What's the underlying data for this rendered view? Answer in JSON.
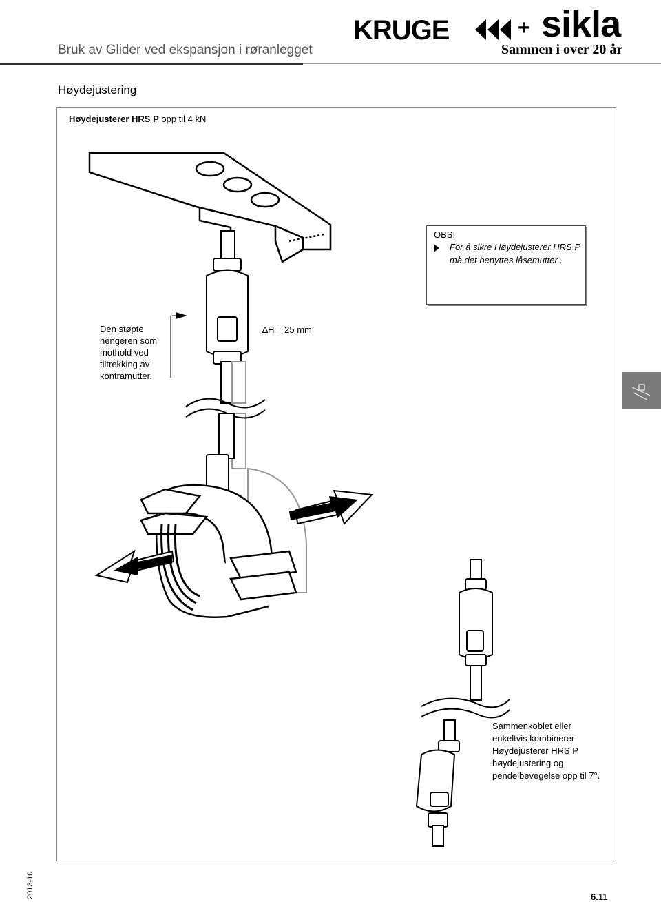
{
  "header": {
    "title": "Bruk av Glider ved ekspansjon i røranlegget",
    "logo_left": "KRUGE",
    "logo_plus": "+",
    "logo_right": "sikla",
    "tagline": "Sammen i over 20 år"
  },
  "section": {
    "title": "Høydejustering",
    "subtitle_bold": "Høydejusterer HRS P",
    "subtitle_rest": " opp til 4 kN"
  },
  "obs": {
    "title": "OBS!",
    "text": "For å sikre Høydejusterer HRS P må det benyttes låsemutter ."
  },
  "notes": {
    "left": "Den støpte hengeren som mothold ved tiltrekking av kontramutter.",
    "delta": "∆H = 25 mm",
    "right": "Sammenkoblet eller enkeltvis kombinerer Høydejusterer HRS P høydejustering og pendelbevegelse opp til 7°."
  },
  "footer": {
    "year": "2013-10",
    "page_bold": "6.",
    "page_rest": "11"
  },
  "icons": [
    "chevron-icon",
    "obs-arrow-icon",
    "side-tab-icon"
  ]
}
